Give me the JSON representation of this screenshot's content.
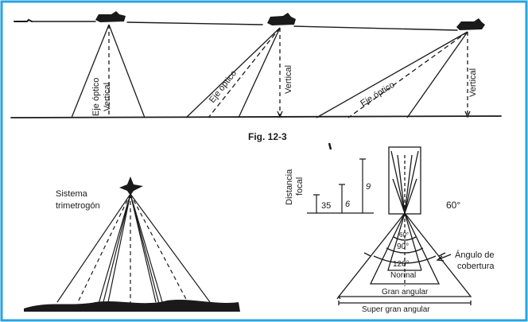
{
  "figure_caption": "Fig. 12-3",
  "panel_oblique": {
    "label_eje_optico_1": "Eje óptico",
    "label_vertical_1": "Vertical",
    "label_eje_optico_2": "Eje óptico",
    "label_vertical_2": "Vertical",
    "label_eje_optico_3": "Eje óptico",
    "label_vertical_3": "Vertical"
  },
  "panel_trimetrogon": {
    "label_line1": "Sistema",
    "label_line2": "trimetrogón"
  },
  "panel_focal": {
    "ylabel_line1": "Distancia",
    "ylabel_line2": "focal",
    "focal_35": "35",
    "focal_6": "6",
    "focal_9": "9",
    "angle_60_outside": "60°",
    "angle_60_inner": "60°",
    "angle_90": "90°",
    "angle_120": "120°",
    "cobertura_line1": "Ángulo de",
    "cobertura_line2": "cobertura",
    "cone_normal": "Normal",
    "cone_gran_angular": "Gran angular",
    "cone_super_gran_angular": "Super gran angular"
  },
  "colors": {
    "frame": "#2aa3e0",
    "ink": "#1a1a1a",
    "paper": "#ffffff"
  }
}
